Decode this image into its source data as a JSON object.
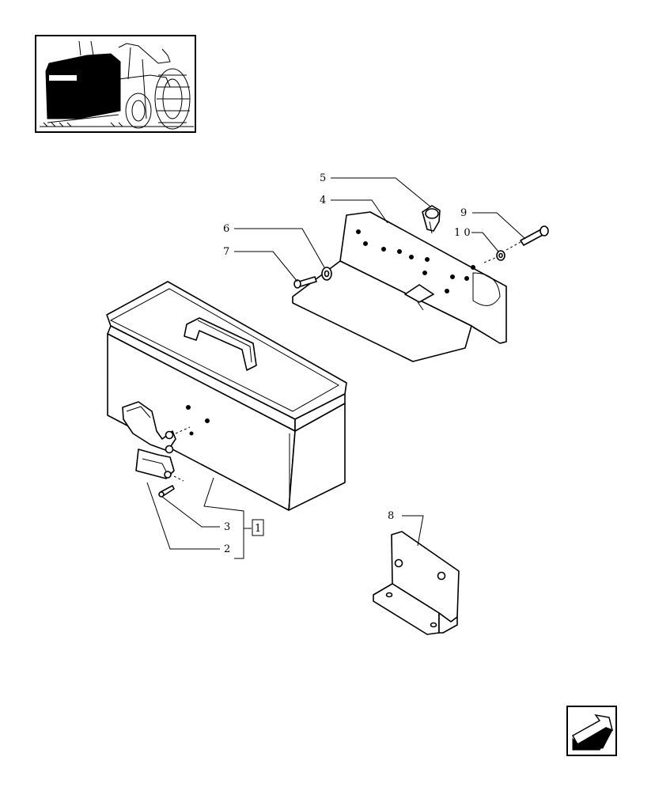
{
  "callouts": {
    "c1": "1",
    "c2": "2",
    "c3": "3",
    "c4": "4",
    "c5": "5",
    "c6": "6",
    "c7": "7",
    "c8": "8",
    "c9": "9",
    "c10": "1 0"
  },
  "icons": {
    "thumbnail": "tractor-location-thumbnail-icon",
    "next_page": "next-page-arrow-icon"
  },
  "colors": {
    "line": "#000000",
    "background": "#ffffff"
  }
}
